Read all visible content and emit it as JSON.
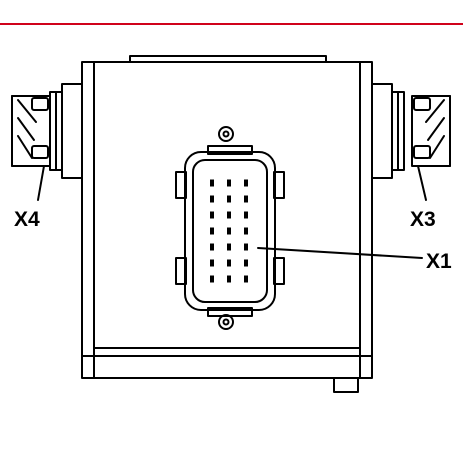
{
  "diagram": {
    "labels": {
      "x1": "X1",
      "x3": "X3",
      "x4": "X4"
    },
    "colors": {
      "rule": "#d0021b",
      "ink": "#000000",
      "background": "#ffffff"
    }
  }
}
